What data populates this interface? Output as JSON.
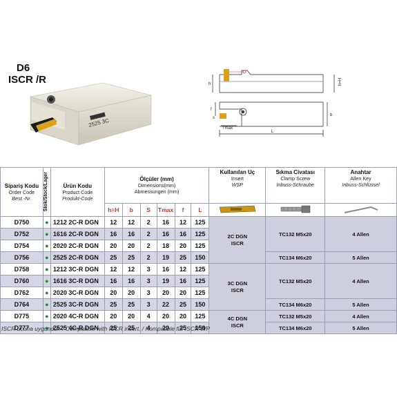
{
  "title": {
    "line1": "D6",
    "line2": "ISCR /R"
  },
  "photo": {
    "brand_text": "2525 3C"
  },
  "diagram_labels": {
    "h": "h",
    "h_eq_H": "h=H",
    "f": "f",
    "s": "s",
    "tmax": "Tmax",
    "b": "b",
    "l": "L"
  },
  "headers": {
    "order_code": {
      "tr": "Sipariş Kodu",
      "en": "Order Code",
      "de": "Best.-Nr."
    },
    "stock": "Stok/Stock/Lager",
    "product_code": {
      "tr": "Ürün Kodu",
      "en": "Product Code",
      "de": "Produkt-Code"
    },
    "dimensions": {
      "tr": "Ölçüler (mm)",
      "en": "Dimensions(mm)",
      "de": "Abmessungen (mm)"
    },
    "dim_cols": [
      "h=H",
      "b",
      "S",
      "Tmax",
      "f",
      "L"
    ],
    "insert": {
      "tr": "Kullanılan Uç",
      "en": "Insert",
      "de": "WSP"
    },
    "clamp_screw": {
      "tr": "Sıkma Civatası",
      "en": "Clamp Screw",
      "de": "Inbuss-Schraube"
    },
    "allen_key": {
      "tr": "Anahtar",
      "en": "Allen Key",
      "de": "Inbuss-Schlüssel"
    }
  },
  "rows": [
    {
      "order": "D750",
      "product": "1212 2C-R DGN",
      "dims": [
        "12",
        "12",
        "2",
        "16",
        "12",
        "125"
      ]
    },
    {
      "order": "D752",
      "product": "1616 2C-R DGN",
      "dims": [
        "16",
        "16",
        "2",
        "16",
        "16",
        "125"
      ]
    },
    {
      "order": "D754",
      "product": "2020 2C-R DGN",
      "dims": [
        "20",
        "20",
        "2",
        "18",
        "20",
        "125"
      ]
    },
    {
      "order": "D756",
      "product": "2525 2C-R DGN",
      "dims": [
        "25",
        "25",
        "2",
        "19",
        "25",
        "150"
      ]
    },
    {
      "order": "D758",
      "product": "1212 3C-R DGN",
      "dims": [
        "12",
        "12",
        "3",
        "16",
        "12",
        "125"
      ]
    },
    {
      "order": "D760",
      "product": "1616 3C-R DGN",
      "dims": [
        "16",
        "16",
        "3",
        "19",
        "16",
        "125"
      ]
    },
    {
      "order": "D762",
      "product": "2020 3C-R DGN",
      "dims": [
        "20",
        "20",
        "3",
        "20",
        "20",
        "125"
      ]
    },
    {
      "order": "D764",
      "product": "2525 3C-R DGN",
      "dims": [
        "25",
        "25",
        "3",
        "22",
        "25",
        "150"
      ]
    },
    {
      "order": "D775",
      "product": "2020 4C-R DGN",
      "dims": [
        "20",
        "20",
        "4",
        "20",
        "20",
        "125"
      ]
    },
    {
      "order": "D777",
      "product": "2525 4C-R DGN",
      "dims": [
        "25",
        "25",
        "4",
        "20",
        "25",
        "150"
      ]
    }
  ],
  "groups": {
    "g1": {
      "insert_line1": "2C DGN",
      "insert_line2": "ISCR",
      "screw_a": "TC132 M5x20",
      "key_a": "4 Allen",
      "screw_b": "TC134 M6x20",
      "key_b": "5 Allen"
    },
    "g2": {
      "insert_line1": "3C DGN",
      "insert_line2": "ISCR",
      "screw_a": "TC132 M5x20",
      "key_a": "4 Allen",
      "screw_b": "TC134 M6x20",
      "key_b": "5 Allen"
    },
    "g3": {
      "insert_line1": "4C DGN",
      "insert_line2": "ISCR",
      "screw_a": "TC132 M5x20",
      "key_a": "4 Allen",
      "screw_b": "TC134 M6x20",
      "key_b": "5 Allen"
    }
  },
  "stock_dot": "●",
  "note": "ISCR ucuna uygundur. / Compatible with ISCR insert. / Kompatible für ISCR WP",
  "colors": {
    "dim_header": "#c0392b",
    "stock_dot": "#1e8b3c",
    "shade": "#d5d6e3"
  }
}
